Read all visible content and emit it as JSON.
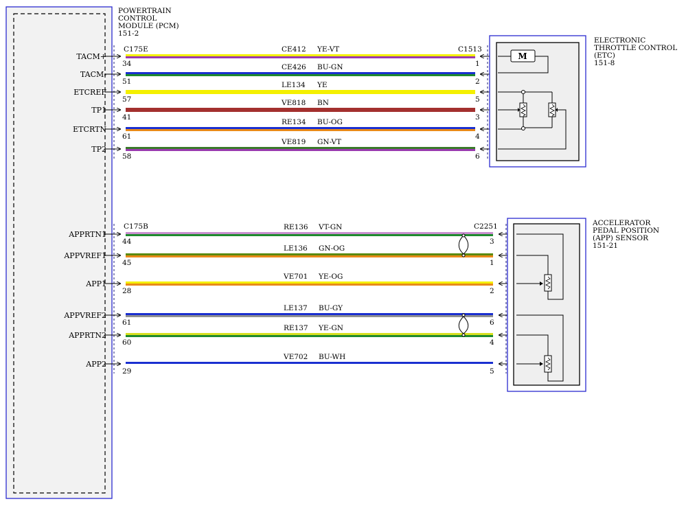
{
  "pcm": {
    "title_lines": [
      "POWERTRAIN",
      "CONTROL",
      "MODULE (PCM)",
      "151-2"
    ]
  },
  "etc": {
    "title_lines": [
      "ELECTRONIC",
      "THROTTLE CONTROL",
      "(ETC)",
      "151-8"
    ],
    "pcm_connector": "C175E",
    "device_connector": "C1513",
    "motor_label": "M"
  },
  "app": {
    "title_lines": [
      "ACCELERATOR",
      "PEDAL POSITION",
      "(APP) SENSOR",
      "151-21"
    ],
    "pcm_connector": "C175B",
    "device_connector": "C2251"
  },
  "wires": [
    {
      "signal": "TACM+",
      "pcm_pin": "34",
      "circuit": "CE412",
      "color_code": "YE-VT",
      "device_pin": "1",
      "colors": [
        "#f4f000",
        "#9a3ab0"
      ]
    },
    {
      "signal": "TACM-",
      "pcm_pin": "51",
      "circuit": "CE426",
      "color_code": "BU-GN",
      "device_pin": "2",
      "colors": [
        "#1a2fd0",
        "#1f8a2e"
      ]
    },
    {
      "signal": "ETCREF",
      "pcm_pin": "57",
      "circuit": "LE134",
      "color_code": "YE",
      "device_pin": "5",
      "colors": [
        "#f4f000",
        "#f4f000"
      ]
    },
    {
      "signal": "TP1",
      "pcm_pin": "41",
      "circuit": "VE818",
      "color_code": "BN",
      "device_pin": "3",
      "colors": [
        "#a3302e",
        "#a3302e"
      ]
    },
    {
      "signal": "ETCRTN",
      "pcm_pin": "61",
      "circuit": "RE134",
      "color_code": "BU-OG",
      "device_pin": "4",
      "colors": [
        "#1a2fd0",
        "#e88a1a"
      ]
    },
    {
      "signal": "TP2",
      "pcm_pin": "58",
      "circuit": "VE819",
      "color_code": "GN-VT",
      "device_pin": "6",
      "colors": [
        "#3a7a2a",
        "#9a3ab0"
      ]
    },
    {
      "signal": "APPRTN1",
      "pcm_pin": "44",
      "circuit": "RE136",
      "color_code": "VT-GN",
      "device_pin": "3",
      "colors": [
        "#c98fd0",
        "#1f8a2e"
      ]
    },
    {
      "signal": "APPVREF1",
      "pcm_pin": "45",
      "circuit": "LE136",
      "color_code": "GN-OG",
      "device_pin": "1",
      "colors": [
        "#5a8a10",
        "#e88a1a"
      ]
    },
    {
      "signal": "APP1",
      "pcm_pin": "28",
      "circuit": "VE701",
      "color_code": "YE-OG",
      "device_pin": "2",
      "colors": [
        "#f4f000",
        "#e88a1a"
      ]
    },
    {
      "signal": "APPVREF2",
      "pcm_pin": "61",
      "circuit": "LE137",
      "color_code": "BU-GY",
      "device_pin": "6",
      "colors": [
        "#1a2fd0",
        "#909090"
      ]
    },
    {
      "signal": "APPRTN2",
      "pcm_pin": "60",
      "circuit": "RE137",
      "color_code": "YE-GN",
      "device_pin": "4",
      "colors": [
        "#d8e020",
        "#1f8a2e"
      ]
    },
    {
      "signal": "APP2",
      "pcm_pin": "29",
      "circuit": "VE702",
      "color_code": "BU-WH",
      "device_pin": "5",
      "colors": [
        "#1a2fd0",
        "#ffffff"
      ]
    }
  ]
}
